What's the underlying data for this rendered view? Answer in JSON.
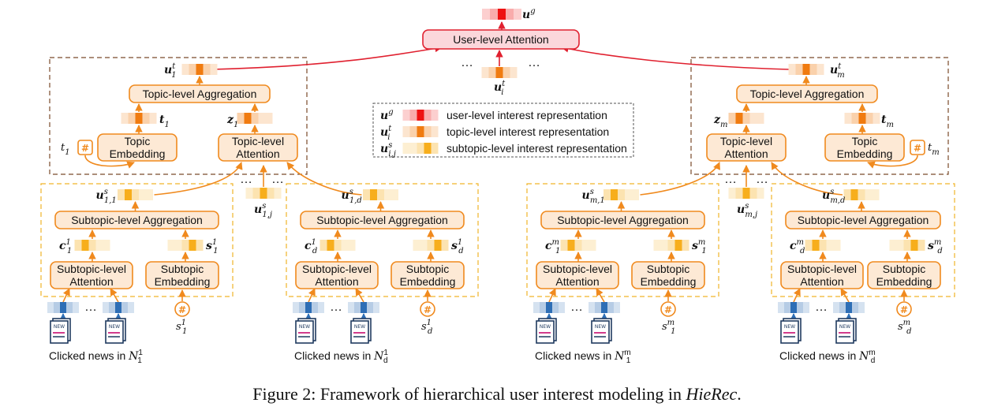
{
  "caption": {
    "prefix": "Figure 2: Framework of hierarchical user interest modeling in ",
    "emph": "HieRec",
    "suffix": "."
  },
  "colors": {
    "user_box_fill": "#fbd7db",
    "user_box_stroke": "#e0202f",
    "box_fill": "#fde9d5",
    "box_stroke": "#f08a1e",
    "dash_brown": "#7a4a2a",
    "dash_yellow": "#f0b429",
    "user_vec": "#ee1111",
    "topic_vec": "#f07b10",
    "subtopic_vec": "#f7ae1c",
    "news_vec": "#2e6eb5",
    "legend_border": "#555555"
  },
  "labels": {
    "user_attention": "User-level  Attention",
    "topic_aggregation": "Topic-level Aggregation",
    "topic_embedding": [
      "Topic",
      "Embedding"
    ],
    "topic_attention": [
      "Topic-level",
      "Attention"
    ],
    "subtopic_aggregation": "Subtopic-level Aggregation",
    "subtopic_attention": [
      "Subtopic-level",
      "Attention"
    ],
    "subtopic_embedding": [
      "Subtopic",
      "Embedding"
    ],
    "dots": "…",
    "hash": "#"
  },
  "legend": [
    {
      "symbol": "u",
      "sup": "g",
      "sub": "",
      "text": "user-level interest representation",
      "level": "user"
    },
    {
      "symbol": "u",
      "sup": "t",
      "sub": "i",
      "text": "topic-level interest representation",
      "level": "topic"
    },
    {
      "symbol": "u",
      "sup": "s",
      "sub": "i,j",
      "text": "subtopic-level interest representation",
      "level": "subtopic"
    }
  ],
  "symbols": {
    "ug": {
      "main": "u",
      "sup": "g",
      "sub": ""
    },
    "ut1": {
      "main": "u",
      "sup": "t",
      "sub": "1"
    },
    "uti": {
      "main": "u",
      "sup": "t",
      "sub": "i"
    },
    "utm": {
      "main": "u",
      "sup": "t",
      "sub": "m"
    },
    "t1": {
      "main": "t",
      "sup": "",
      "sub": "1"
    },
    "z1": {
      "main": "z",
      "sup": "",
      "sub": "1"
    },
    "zm": {
      "main": "z",
      "sup": "",
      "sub": "m"
    },
    "tm": {
      "main": "t",
      "sup": "",
      "sub": "m"
    },
    "t1_plain": {
      "main": "t",
      "sup": "",
      "sub": "1"
    },
    "tm_plain": {
      "main": "t",
      "sup": "",
      "sub": "m"
    },
    "us1j": {
      "main": "u",
      "sup": "s",
      "sub": "1,j"
    },
    "usmj": {
      "main": "u",
      "sup": "s",
      "sub": "m,j"
    }
  },
  "subtopic_groups": [
    {
      "us": {
        "sup": "s",
        "sub": "1,1"
      },
      "c": {
        "sup": "1",
        "sub": "1"
      },
      "s": {
        "sup": "1",
        "sub": "1"
      },
      "sp": {
        "sup": "1",
        "sub": "1"
      },
      "news_prefix": "Clicked news in ",
      "news_set": "N",
      "news_sup": "1",
      "news_sub": "1"
    },
    {
      "us": {
        "sup": "s",
        "sub": "1,d"
      },
      "c": {
        "sup": "1",
        "sub": "d"
      },
      "s": {
        "sup": "1",
        "sub": "d"
      },
      "sp": {
        "sup": "1",
        "sub": "d"
      },
      "news_prefix": "Clicked news in ",
      "news_set": "N",
      "news_sup": "1",
      "news_sub": "d"
    },
    {
      "us": {
        "sup": "s",
        "sub": "m,1"
      },
      "c": {
        "sup": "m",
        "sub": "1"
      },
      "s": {
        "sup": "m",
        "sub": "1"
      },
      "sp": {
        "sup": "m",
        "sub": "1"
      },
      "news_prefix": "Clicked news in ",
      "news_set": "N",
      "news_sup": "m",
      "news_sub": "1"
    },
    {
      "us": {
        "sup": "s",
        "sub": "m,d"
      },
      "c": {
        "sup": "m",
        "sub": "d"
      },
      "s": {
        "sup": "m",
        "sub": "d"
      },
      "sp": {
        "sup": "m",
        "sub": "d"
      },
      "news_prefix": "Clicked news in ",
      "news_set": "N",
      "news_sup": "m",
      "news_sub": "d"
    }
  ],
  "news_badge": "NEW"
}
